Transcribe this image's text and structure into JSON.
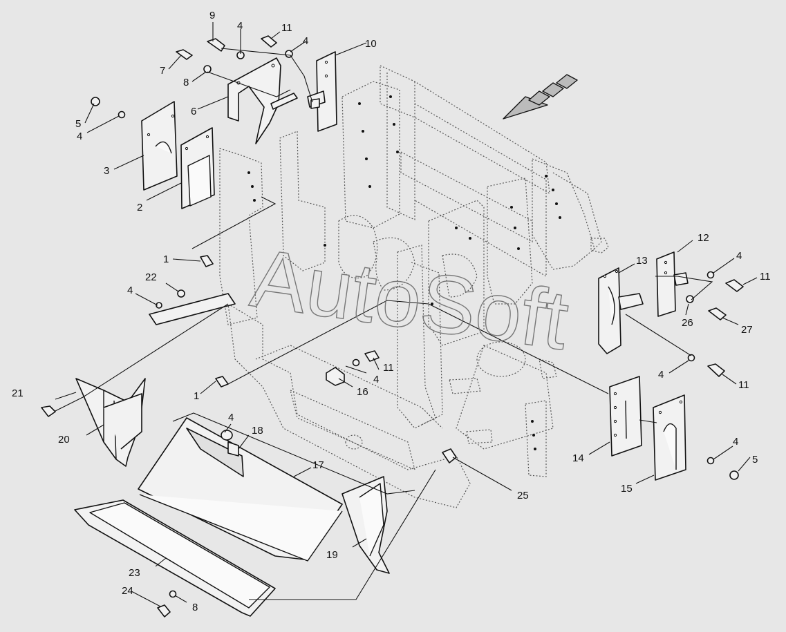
{
  "diagram": {
    "background": "#e7e7e7",
    "watermark": "AutoSoft",
    "callouts": [
      {
        "id": "c9",
        "text": "9"
      },
      {
        "id": "c4a",
        "text": "4"
      },
      {
        "id": "c11a",
        "text": "11"
      },
      {
        "id": "c4b",
        "text": "4"
      },
      {
        "id": "c10",
        "text": "10"
      },
      {
        "id": "c7",
        "text": "7"
      },
      {
        "id": "c8a",
        "text": "8"
      },
      {
        "id": "c6",
        "text": "6"
      },
      {
        "id": "c5a",
        "text": "5"
      },
      {
        "id": "c4c",
        "text": "4"
      },
      {
        "id": "c3",
        "text": "3"
      },
      {
        "id": "c2",
        "text": "2"
      },
      {
        "id": "c1a",
        "text": "1"
      },
      {
        "id": "c22",
        "text": "22"
      },
      {
        "id": "c4d",
        "text": "4"
      },
      {
        "id": "c21",
        "text": "21"
      },
      {
        "id": "c20",
        "text": "20"
      },
      {
        "id": "c1b",
        "text": "1"
      },
      {
        "id": "c11b",
        "text": "11"
      },
      {
        "id": "c4e",
        "text": "4"
      },
      {
        "id": "c16",
        "text": "16"
      },
      {
        "id": "c4f",
        "text": "4"
      },
      {
        "id": "c18",
        "text": "18"
      },
      {
        "id": "c17",
        "text": "17"
      },
      {
        "id": "c23",
        "text": "23"
      },
      {
        "id": "c24",
        "text": "24"
      },
      {
        "id": "c8b",
        "text": "8"
      },
      {
        "id": "c19",
        "text": "19"
      },
      {
        "id": "c25",
        "text": "25"
      },
      {
        "id": "c12",
        "text": "12"
      },
      {
        "id": "c13",
        "text": "13"
      },
      {
        "id": "c4g",
        "text": "4"
      },
      {
        "id": "c11c",
        "text": "11"
      },
      {
        "id": "c26",
        "text": "26"
      },
      {
        "id": "c27",
        "text": "27"
      },
      {
        "id": "c4h",
        "text": "4"
      },
      {
        "id": "c11d",
        "text": "11"
      },
      {
        "id": "c14",
        "text": "14"
      },
      {
        "id": "c15",
        "text": "15"
      },
      {
        "id": "c4i",
        "text": "4"
      },
      {
        "id": "c5b",
        "text": "5"
      }
    ]
  }
}
